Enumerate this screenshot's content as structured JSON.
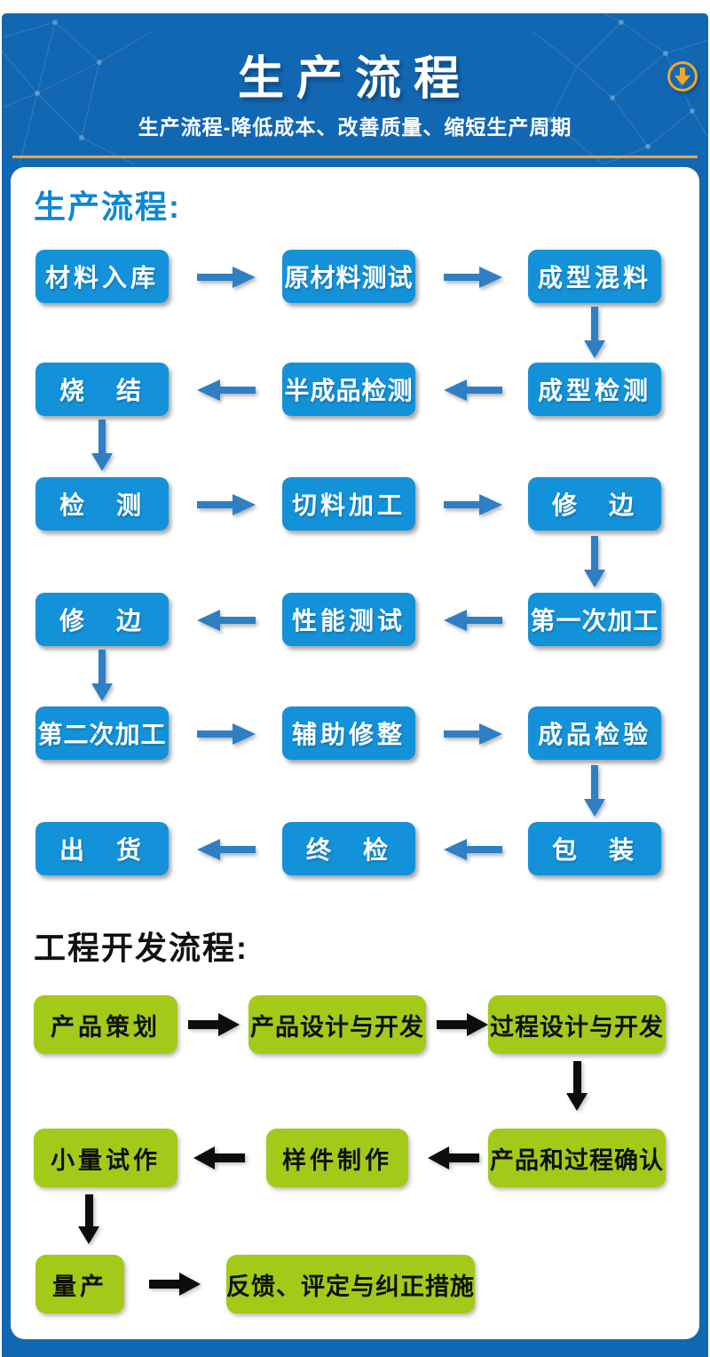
{
  "header": {
    "title": "生产流程",
    "subtitle": "生产流程-降低成本、改善质量、缩短生产周期",
    "scroll_icon": "circle-down-arrow"
  },
  "colors": {
    "header_blue": "#1267b2",
    "box_blue": "#1391d9",
    "arrow_blue": "#2e7fc4",
    "box_green": "#a3ca18",
    "arrow_black": "#0d0d0d",
    "gold_accent": "#e9a63c",
    "heading_blue": "#0e87d2"
  },
  "production_flow": {
    "heading": "生产流程:",
    "rows": [
      {
        "direction": "right",
        "boxes": [
          "材料入库",
          "原材料测试",
          "成型混料"
        ]
      },
      {
        "direction": "left",
        "boxes": [
          "烧　结",
          "半成品检测",
          "成型检测"
        ]
      },
      {
        "direction": "right",
        "boxes": [
          "检　测",
          "切料加工",
          "修　边"
        ]
      },
      {
        "direction": "left",
        "boxes": [
          "修　边",
          "性能测试",
          "第一次加工"
        ]
      },
      {
        "direction": "right",
        "boxes": [
          "第二次加工",
          "辅助修整",
          "成品检验"
        ]
      },
      {
        "direction": "left",
        "boxes": [
          "出　货",
          "终　检",
          "包　装"
        ]
      }
    ]
  },
  "engineering_flow": {
    "heading": "工程开发流程:",
    "rows": [
      {
        "direction": "right",
        "boxes": [
          "产品策划",
          "产品设计与开发",
          "过程设计与开发"
        ]
      },
      {
        "direction": "left",
        "boxes": [
          "小量试作",
          "样件制作",
          "产品和过程确认"
        ]
      },
      {
        "direction": "right",
        "boxes": [
          "量产",
          "反馈、评定与纠正措施"
        ]
      }
    ]
  }
}
